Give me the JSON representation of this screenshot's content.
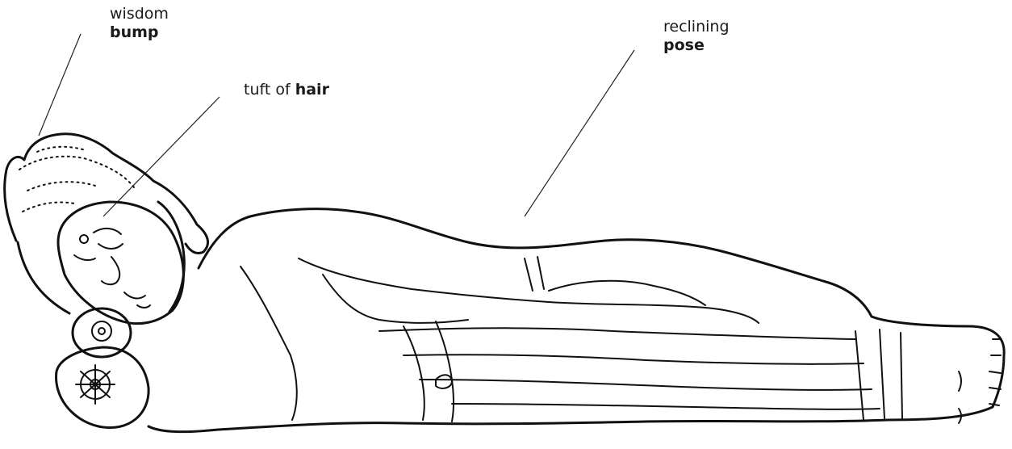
{
  "labels": {
    "wisdom_bump": {
      "line1": "wisdom",
      "line2_bold": "bump"
    },
    "tuft_of_hair": {
      "prefix": "tuft of ",
      "bold": "hair"
    },
    "reclining_pose": {
      "line1": "reclining",
      "line2_bold": "pose"
    }
  },
  "colors": {
    "ink": "#111111",
    "background": "#ffffff"
  }
}
